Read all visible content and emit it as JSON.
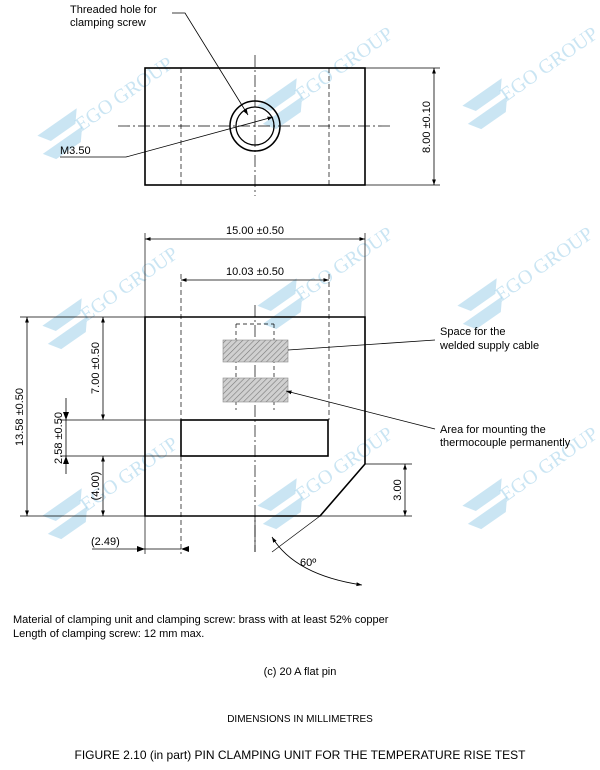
{
  "top_view": {
    "threaded_hole_label": [
      "Threaded hole for",
      "clamping screw"
    ],
    "thread_size": "M3.50",
    "height_dim": "8.00 ±0.10"
  },
  "front_view": {
    "width_dim": "15.00 ±0.50",
    "inner_width_dim": "10.03 ±0.50",
    "total_height_dim": "13.58 ±0.50",
    "upper_height_dim": "7.00 ±0.50",
    "slot_height_dim": "2.58 ±0.50",
    "slot_base_dim": "(4.00)",
    "chamfer_height_dim": "3.00",
    "slot_offset_dim": "(2.49)",
    "angle": "60º",
    "cable_space_label": [
      "Space for the",
      "welded supply cable"
    ],
    "thermocouple_label": [
      "Area for mounting the",
      "thermocouple permanently"
    ]
  },
  "notes": {
    "material": "Material of clamping unit and clamping screw: brass with at least 52% copper",
    "screw_length": "Length of clamping screw: 12 mm max."
  },
  "subcaption": "(c)  20 A flat pin",
  "units_note": "DIMENSIONS IN MILLIMETRES",
  "figure_caption": "FIGURE  2.10 (in part)   PIN CLAMPING UNIT FOR THE TEMPERATURE RISE TEST",
  "watermark_text": "EGO GROUP",
  "colors": {
    "watermark": "#9fd0ea",
    "hatch": "#9a9a9a",
    "line": "#000000"
  }
}
